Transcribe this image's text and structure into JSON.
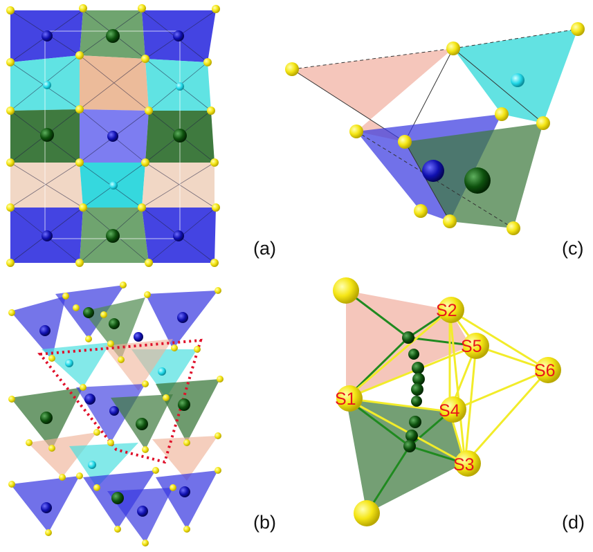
{
  "panels": [
    {
      "id": "a",
      "label": "(a)"
    },
    {
      "id": "b",
      "label": "(b)"
    },
    {
      "id": "c",
      "label": "(c)"
    },
    {
      "id": "d",
      "label": "(d)"
    }
  ],
  "site_labels": [
    "S1",
    "S2",
    "S3",
    "S4",
    "S5",
    "S6"
  ],
  "colors": {
    "blue_tetra": "#3a3ae0",
    "green_tetra": "#3e7a3e",
    "cyan_tetra": "#3fdcdc",
    "peach_tetra": "#f0b49a",
    "anion_sphere": "#f5e616",
    "blue_cation": "#1010b0",
    "green_cation": "#0e520e",
    "cyan_cation": "#22d8e8",
    "site_label_text": "#e8141b",
    "selection_outline": "#e0102a",
    "bond_green": "#1f8a1f",
    "bond_yellow": "#f2ec2a"
  }
}
